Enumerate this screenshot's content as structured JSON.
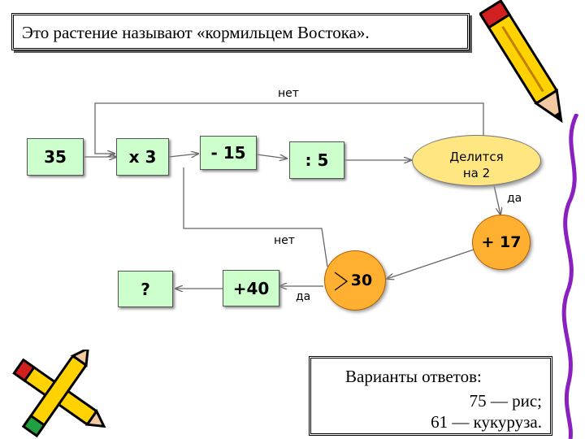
{
  "title": "Это растение называют «кормильцем Востока».",
  "nodes": {
    "start": "35",
    "mult": "x 3",
    "sub": "- 15",
    "div": ": 5",
    "decision": [
      "Делится",
      "на 2"
    ],
    "add17": "+ 17",
    "compare": "30",
    "add40": "+40",
    "result": "?"
  },
  "edge_labels": {
    "no_top": "нет",
    "yes_div": "да",
    "no_compare": "нет",
    "yes_compare": "да"
  },
  "answers": {
    "heading": "Варианты ответов:",
    "option1": "75 — рис;",
    "option2": "61 — кукуруза."
  }
}
